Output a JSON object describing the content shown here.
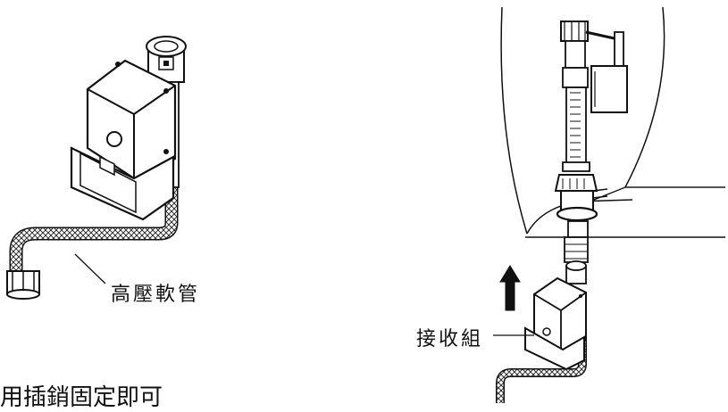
{
  "labels": {
    "hose": "高壓軟管",
    "receiver": "接收組",
    "caption": "用插銷固定即可"
  }
}
